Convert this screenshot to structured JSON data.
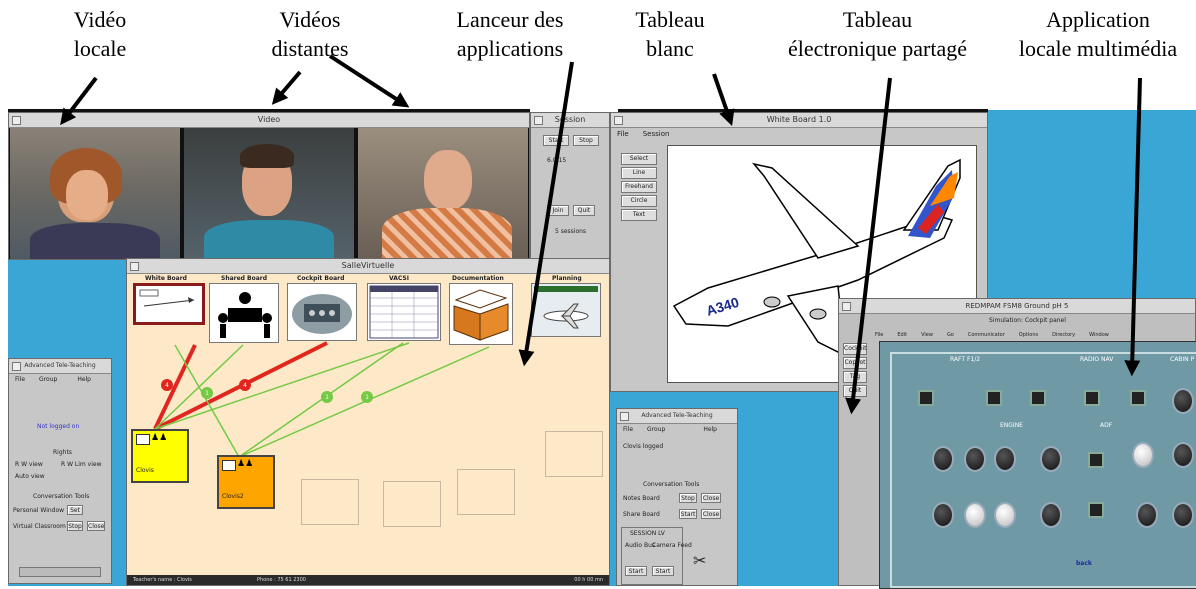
{
  "captions": {
    "local_video": [
      "Vidéo",
      "locale"
    ],
    "remote_videos": [
      "Vidéos",
      "distantes"
    ],
    "app_launcher": [
      "Lanceur des",
      "applications"
    ],
    "whiteboard": [
      "Tableau",
      "blanc"
    ],
    "shared_spreadsheet": [
      "Tableau",
      "électronique partagé"
    ],
    "local_multimedia_app": [
      "Application",
      "locale multimédia"
    ]
  },
  "video_window": {
    "title": "Video"
  },
  "launcher_window": {
    "title": "SalleVirtuelle",
    "apps": [
      {
        "label": "White Board"
      },
      {
        "label": "Shared Board"
      },
      {
        "label": "Cockpit Board"
      },
      {
        "label": "VACSI"
      },
      {
        "label": "Documentation"
      },
      {
        "label": "Planning"
      }
    ],
    "nodes": [
      {
        "label": "Clovis"
      },
      {
        "label": "Clovis2"
      }
    ],
    "link_badges": [
      "4",
      "1",
      "4",
      "1",
      "1"
    ],
    "status": {
      "left": "Teacher's name : Clovis",
      "middle": "Phone : 75 61 2300",
      "right": "00 h 00 mn"
    }
  },
  "advanced_left": {
    "title": "Advanced Tele-Teaching",
    "menu": [
      "File",
      "Group",
      "Help"
    ],
    "status_text": "Not logged on",
    "section_rights": "Rights",
    "options": [
      "R W view",
      "R W Lim view",
      "Auto view"
    ],
    "conn_tools_title": "Conversation Tools",
    "conn_rows": [
      {
        "label": "Personal Window",
        "btn": "Set"
      },
      {
        "label": "Virtual Classroom",
        "btn1": "Stop",
        "btn2": "Close"
      }
    ]
  },
  "small_panel": {
    "title": "Session",
    "btns": [
      "Start",
      "Stop",
      "Join",
      "Quit"
    ],
    "text1": "6.0/15",
    "text2": "5 sessions"
  },
  "whiteboard_window": {
    "title": "White Board 1.0",
    "menu": [
      "File",
      "Session"
    ],
    "tools": [
      "Select",
      "Line",
      "Freehand",
      "Circle",
      "Text"
    ],
    "plane_text": "A340"
  },
  "advanced_bottom": {
    "title": "Advanced Tele-Teaching",
    "menu": [
      "File",
      "Group",
      "Help"
    ],
    "status_text": "Clovis logged",
    "conn_tools_title": "Conversation Tools",
    "rows": [
      {
        "label": "Notes Board",
        "btn1": "Stop",
        "btn2": "Close"
      },
      {
        "label": "Share Board",
        "btn1": "Start",
        "btn2": "Close"
      }
    ],
    "sub_title": "SESSION LV",
    "sub_labels": [
      "Audio Bus",
      "Camera Feed"
    ],
    "sub_btns": [
      "Start",
      "Start"
    ]
  },
  "cockpit_window": {
    "title": "REDMPAM FSM8 Ground pH 5",
    "subtitle": "Simulation: Cockpit panel",
    "menu": [
      "File",
      "Edit",
      "View",
      "Go",
      "Communicator",
      "Options",
      "Directory",
      "Window"
    ],
    "side_buttons": [
      "Cockpit",
      "Copilot",
      "Tag",
      "Quit"
    ],
    "section_labels": [
      "RAFT F1/2",
      "RADIO NAV",
      "CABIN P",
      "ENGINE",
      "ADF"
    ],
    "footer": "back"
  },
  "colors": {
    "desktop": "#3aa6d6",
    "launcher_bg": "#fde8c8",
    "red_link": "#e0261e",
    "green_link": "#74c945",
    "yellow_node": "#ffff00",
    "orange_node": "#ffa500",
    "cockpit_panel": "#6f9aa5"
  }
}
